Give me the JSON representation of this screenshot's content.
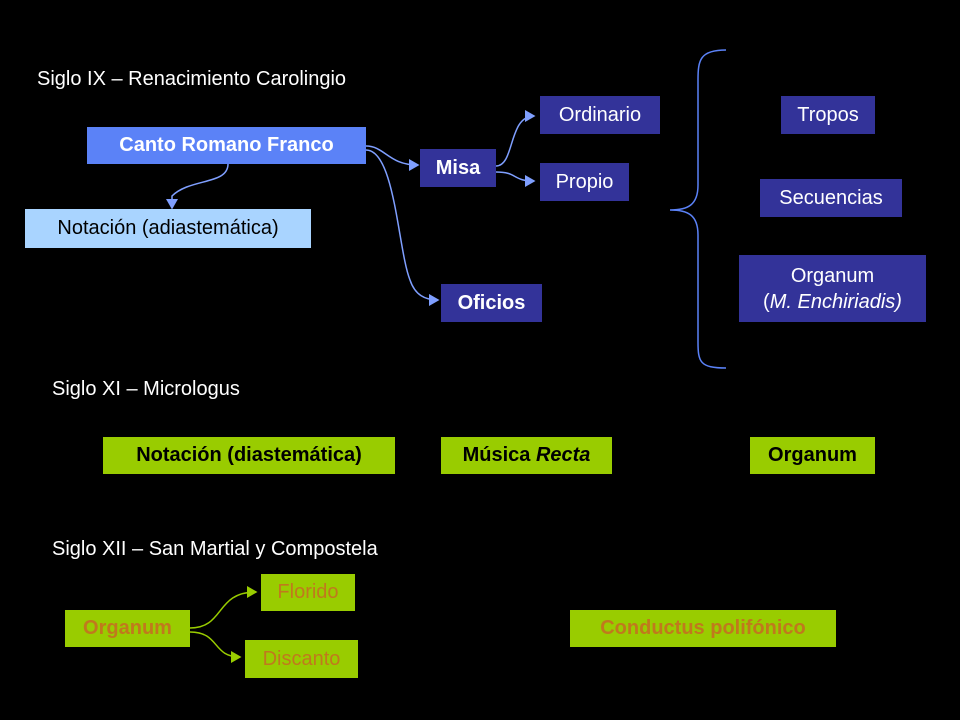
{
  "sections": {
    "s9": {
      "heading": "Siglo IX – Renacimiento Carolingio"
    },
    "s11": {
      "heading": "Siglo XI – Micrologus"
    },
    "s12": {
      "heading": "Siglo XII – San Martial y Compostela"
    }
  },
  "nodes": {
    "canto_romano_franco": "Canto Romano Franco",
    "notacion_adiastematica": "Notación (adiastemática)",
    "misa": "Misa",
    "ordinario": "Ordinario",
    "propio": "Propio",
    "oficios": "Oficios",
    "tropos": "Tropos",
    "secuencias": "Secuencias",
    "organum_me_line1": "Organum",
    "organum_me_open": "(",
    "organum_me_line2": "M. Enchiriadis)",
    "notacion_diastematica": "Notación (diastemática)",
    "musica": "Música ",
    "recta": "Recta",
    "organum_xi": "Organum",
    "organum_xii": "Organum",
    "florido": "Florido",
    "discanto": "Discanto",
    "conductus": "Conductus polifónico"
  },
  "colors": {
    "background": "#000000",
    "blue_box": "#5b82f7",
    "light_blue_box": "#a9d4ff",
    "navy_box": "#333399",
    "green_box": "#99cc00",
    "gold_text": "#c0791d",
    "connector_blue": "#7f9fff",
    "connector_green": "#99cc00",
    "brace": "#5b82f7"
  }
}
